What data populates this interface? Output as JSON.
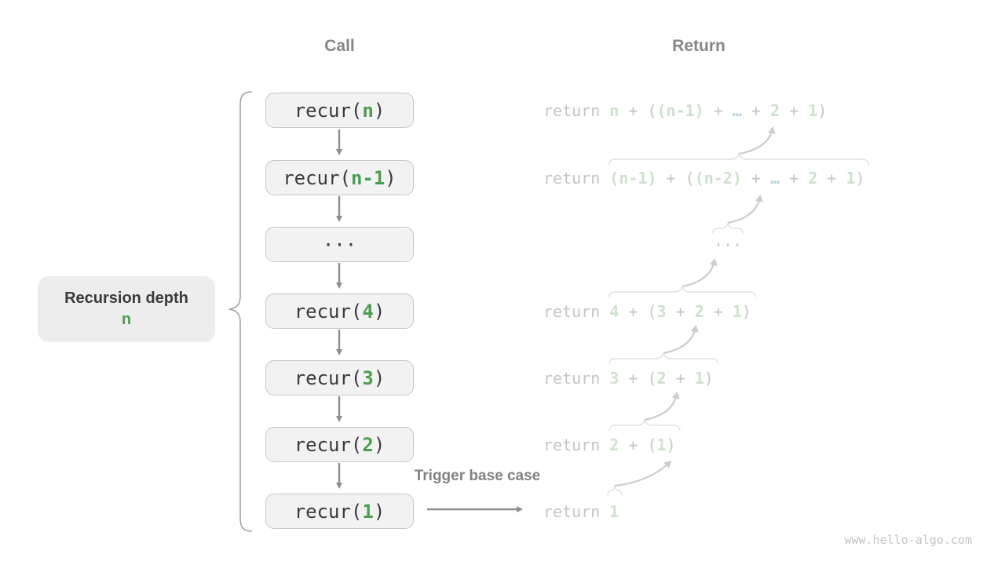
{
  "headers": {
    "call": "Call",
    "return": "Return"
  },
  "left_label": {
    "title": "Recursion depth",
    "value": "n"
  },
  "trigger_label": "Trigger base case",
  "watermark": "www.hello-algo.com",
  "call_column": [
    {
      "segs": [
        {
          "t": "recur(",
          "k": "dark"
        },
        {
          "t": "n",
          "k": "dgreen"
        },
        {
          "t": ")",
          "k": "dark"
        }
      ]
    },
    {
      "segs": [
        {
          "t": "recur(",
          "k": "dark"
        },
        {
          "t": "n-1",
          "k": "dgreen"
        },
        {
          "t": ")",
          "k": "dark"
        }
      ]
    },
    {
      "segs": [
        {
          "t": "···",
          "k": "dark"
        }
      ]
    },
    {
      "segs": [
        {
          "t": "recur(",
          "k": "dark"
        },
        {
          "t": "4",
          "k": "dgreen"
        },
        {
          "t": ")",
          "k": "dark"
        }
      ]
    },
    {
      "segs": [
        {
          "t": "recur(",
          "k": "dark"
        },
        {
          "t": "3",
          "k": "dgreen"
        },
        {
          "t": ")",
          "k": "dark"
        }
      ]
    },
    {
      "segs": [
        {
          "t": "recur(",
          "k": "dark"
        },
        {
          "t": "2",
          "k": "dgreen"
        },
        {
          "t": ")",
          "k": "dark"
        }
      ]
    },
    {
      "segs": [
        {
          "t": "recur(",
          "k": "dark"
        },
        {
          "t": "1",
          "k": "dgreen"
        },
        {
          "t": ")",
          "k": "dark"
        }
      ]
    }
  ],
  "return_column": [
    {
      "segs": [
        {
          "t": "return ",
          "k": "gray"
        },
        {
          "t": "n",
          "k": "green"
        },
        {
          "t": " + (",
          "k": "gray"
        },
        {
          "t": "(n-1)",
          "k": "green"
        },
        {
          "t": " + ",
          "k": "gray"
        },
        {
          "t": "…",
          "k": "blue"
        },
        {
          "t": " + ",
          "k": "gray"
        },
        {
          "t": "2",
          "k": "green"
        },
        {
          "t": " + ",
          "k": "gray"
        },
        {
          "t": "1",
          "k": "green"
        },
        {
          "t": ")",
          "k": "gray"
        }
      ]
    },
    {
      "segs": [
        {
          "t": "return ",
          "k": "gray"
        },
        {
          "t": "(n-1)",
          "k": "green"
        },
        {
          "t": " + (",
          "k": "gray"
        },
        {
          "t": "(n-2)",
          "k": "green"
        },
        {
          "t": " + ",
          "k": "gray"
        },
        {
          "t": "…",
          "k": "blue"
        },
        {
          "t": " + ",
          "k": "gray"
        },
        {
          "t": "2",
          "k": "green"
        },
        {
          "t": " + ",
          "k": "gray"
        },
        {
          "t": "1",
          "k": "green"
        },
        {
          "t": ")",
          "k": "gray"
        }
      ]
    },
    {
      "segs": [
        {
          "t": "···",
          "k": "gray"
        }
      ]
    },
    {
      "segs": [
        {
          "t": "return ",
          "k": "gray"
        },
        {
          "t": "4",
          "k": "green"
        },
        {
          "t": " + (",
          "k": "gray"
        },
        {
          "t": "3",
          "k": "green"
        },
        {
          "t": " + ",
          "k": "gray"
        },
        {
          "t": "2",
          "k": "green"
        },
        {
          "t": " + ",
          "k": "gray"
        },
        {
          "t": "1",
          "k": "green"
        },
        {
          "t": ")",
          "k": "gray"
        }
      ]
    },
    {
      "segs": [
        {
          "t": "return ",
          "k": "gray"
        },
        {
          "t": "3",
          "k": "green"
        },
        {
          "t": " + (",
          "k": "gray"
        },
        {
          "t": "2",
          "k": "green"
        },
        {
          "t": " + ",
          "k": "gray"
        },
        {
          "t": "1",
          "k": "green"
        },
        {
          "t": ")",
          "k": "gray"
        }
      ]
    },
    {
      "segs": [
        {
          "t": "return ",
          "k": "gray"
        },
        {
          "t": "2",
          "k": "green"
        },
        {
          "t": " + (",
          "k": "gray"
        },
        {
          "t": "1",
          "k": "green"
        },
        {
          "t": ")",
          "k": "gray"
        }
      ]
    },
    {
      "segs": [
        {
          "t": "return ",
          "k": "gray"
        },
        {
          "t": "1",
          "k": "green"
        }
      ]
    }
  ],
  "colors": {
    "call_text": "#3a3a3a",
    "call_accent_green": "#4a9e51",
    "return_gray": "#c5c5c5",
    "return_pale_green": "#cde2cd",
    "return_pale_blue": "#b9d1da",
    "header_gray": "#878787",
    "box_fill": "#f2f2f2",
    "box_border": "#c8c8c8",
    "label_fill": "#ededed",
    "call_arrow": "#8f8f8f",
    "return_arrow": "#cdcdcd",
    "brace_light": "#e0e0e0",
    "brace_dark": "#9e9e9e",
    "watermark": "#c4c4c4"
  }
}
